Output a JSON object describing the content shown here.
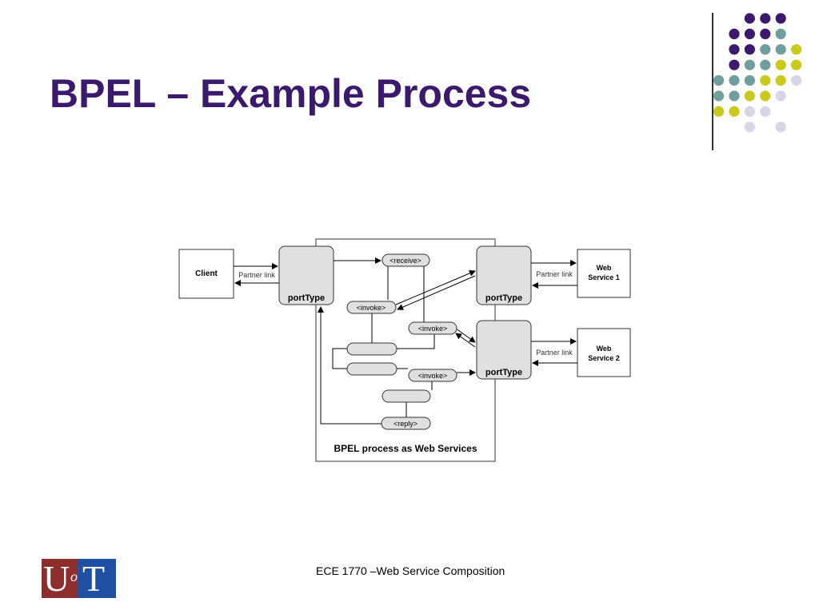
{
  "slide": {
    "title": "BPEL – Example Process",
    "footer": "ECE 1770 –Web Service Composition"
  },
  "logo": {
    "u": "U",
    "of": "of",
    "t": "T"
  },
  "colors": {
    "title": "#3b1a6e",
    "dot_purple": "#3b1a6e",
    "dot_teal": "#6f9e9e",
    "dot_yellow": "#c9c91e",
    "dot_lavender": "#d6d6e8",
    "node_fill": "#e0e0e0"
  },
  "diagram": {
    "client": "Client",
    "partner_link": "Partner link",
    "port_type": "portType",
    "web_service_1": [
      "Web",
      "Service 1"
    ],
    "web_service_2": [
      "Web",
      "Service 2"
    ],
    "receive": "<receive>",
    "invoke": "<invoke>",
    "reply": "<reply>",
    "caption": "BPEL process as Web Services"
  }
}
